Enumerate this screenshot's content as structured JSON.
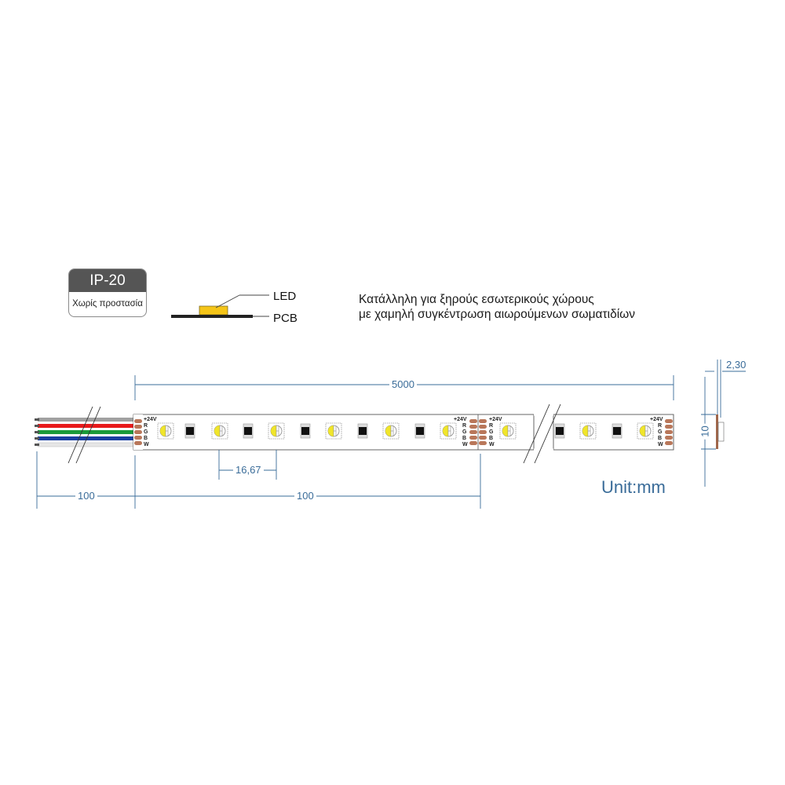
{
  "badge": {
    "rating": "IP-20",
    "subtitle": "Χωρίς προστασία"
  },
  "cross_section_legend": {
    "led_label": "LED",
    "pcb_label": "PCB",
    "led_color": "#f5c518",
    "pcb_color": "#222222"
  },
  "description": {
    "line1": "Κατάλληλη για ξηρούς εσωτερικούς χώρους",
    "line2": "με χαμηλή συγκέντρωση αιωρούμενων σωματιδίων"
  },
  "dimensions": {
    "total_length": "5000",
    "led_pitch": "16,67",
    "wire_length": "100",
    "cut_segment": "100",
    "width": "10",
    "thickness": "2,30"
  },
  "pins": [
    "+24V",
    "R",
    "G",
    "B",
    "W"
  ],
  "wires": [
    {
      "name": "+24V",
      "color": "#a0a0a0"
    },
    {
      "name": "R",
      "color": "#e8191b"
    },
    {
      "name": "G",
      "color": "#1a9a3a"
    },
    {
      "name": "B",
      "color": "#1a3fa0"
    },
    {
      "name": "W",
      "color": "#e6e6e6"
    }
  ],
  "unit": "Unit:mm",
  "colors": {
    "dimension": "#3a6c99",
    "pad": "#b9775a"
  }
}
